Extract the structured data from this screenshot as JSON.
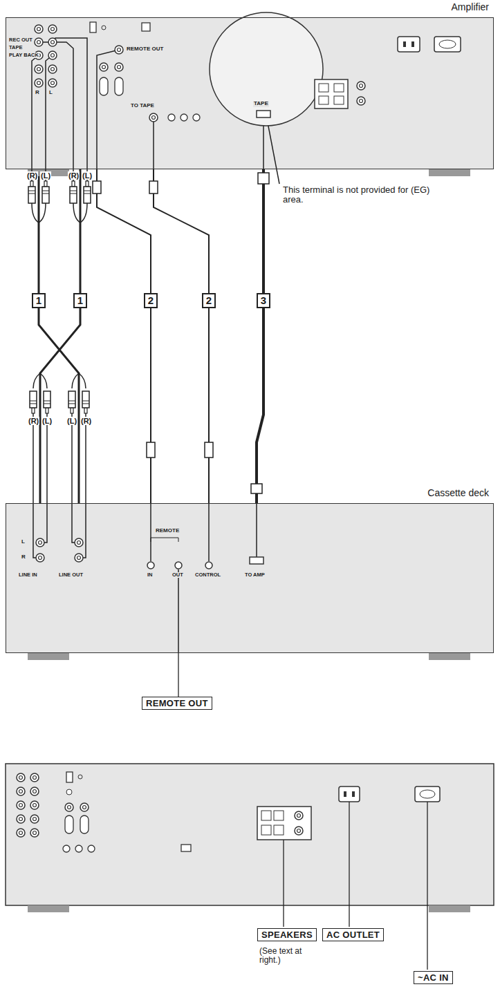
{
  "diagram": {
    "nodes": [
      {
        "text": [
          "Amplifier"
        ]
      },
      {
        "text": [
          "Cassette deck"
        ]
      },
      {
        "text": [
          "REMOTE OUT"
        ]
      },
      {
        "text": [
          "SPEAKERS"
        ]
      },
      {
        "text": [
          "AC OUTLET"
        ]
      },
      {
        "text": [
          "~AC IN"
        ]
      }
    ],
    "edges": [
      {
        "from": 0,
        "to": 1,
        "arrow": "none",
        "label": "1"
      },
      {
        "from": 0,
        "to": 1,
        "arrow": "none",
        "label": "1"
      },
      {
        "from": 0,
        "to": 1,
        "arrow": "none",
        "label": "2"
      },
      {
        "from": 0,
        "to": 1,
        "arrow": "none",
        "label": "2"
      },
      {
        "from": 0,
        "to": 1,
        "arrow": "none",
        "label": "3"
      },
      {
        "from": 1,
        "to": 2,
        "arrow": "none"
      }
    ],
    "labels": [
      "REC OUT",
      "TAPE",
      "PLAY BACK",
      "R",
      "L",
      "REMOTE OUT",
      "TO TAPE",
      "TAPE",
      "(R)",
      "(L)",
      "(R)",
      "(L)",
      "This terminal is not provided for (EG) area.",
      "(R)",
      "(L)",
      "(L)",
      "(R)",
      "L",
      "R",
      "LINE IN",
      "LINE OUT",
      "REMOTE",
      "IN",
      "OUT",
      "CONTROL",
      "TO AMP",
      "(See text at right.)"
    ]
  }
}
